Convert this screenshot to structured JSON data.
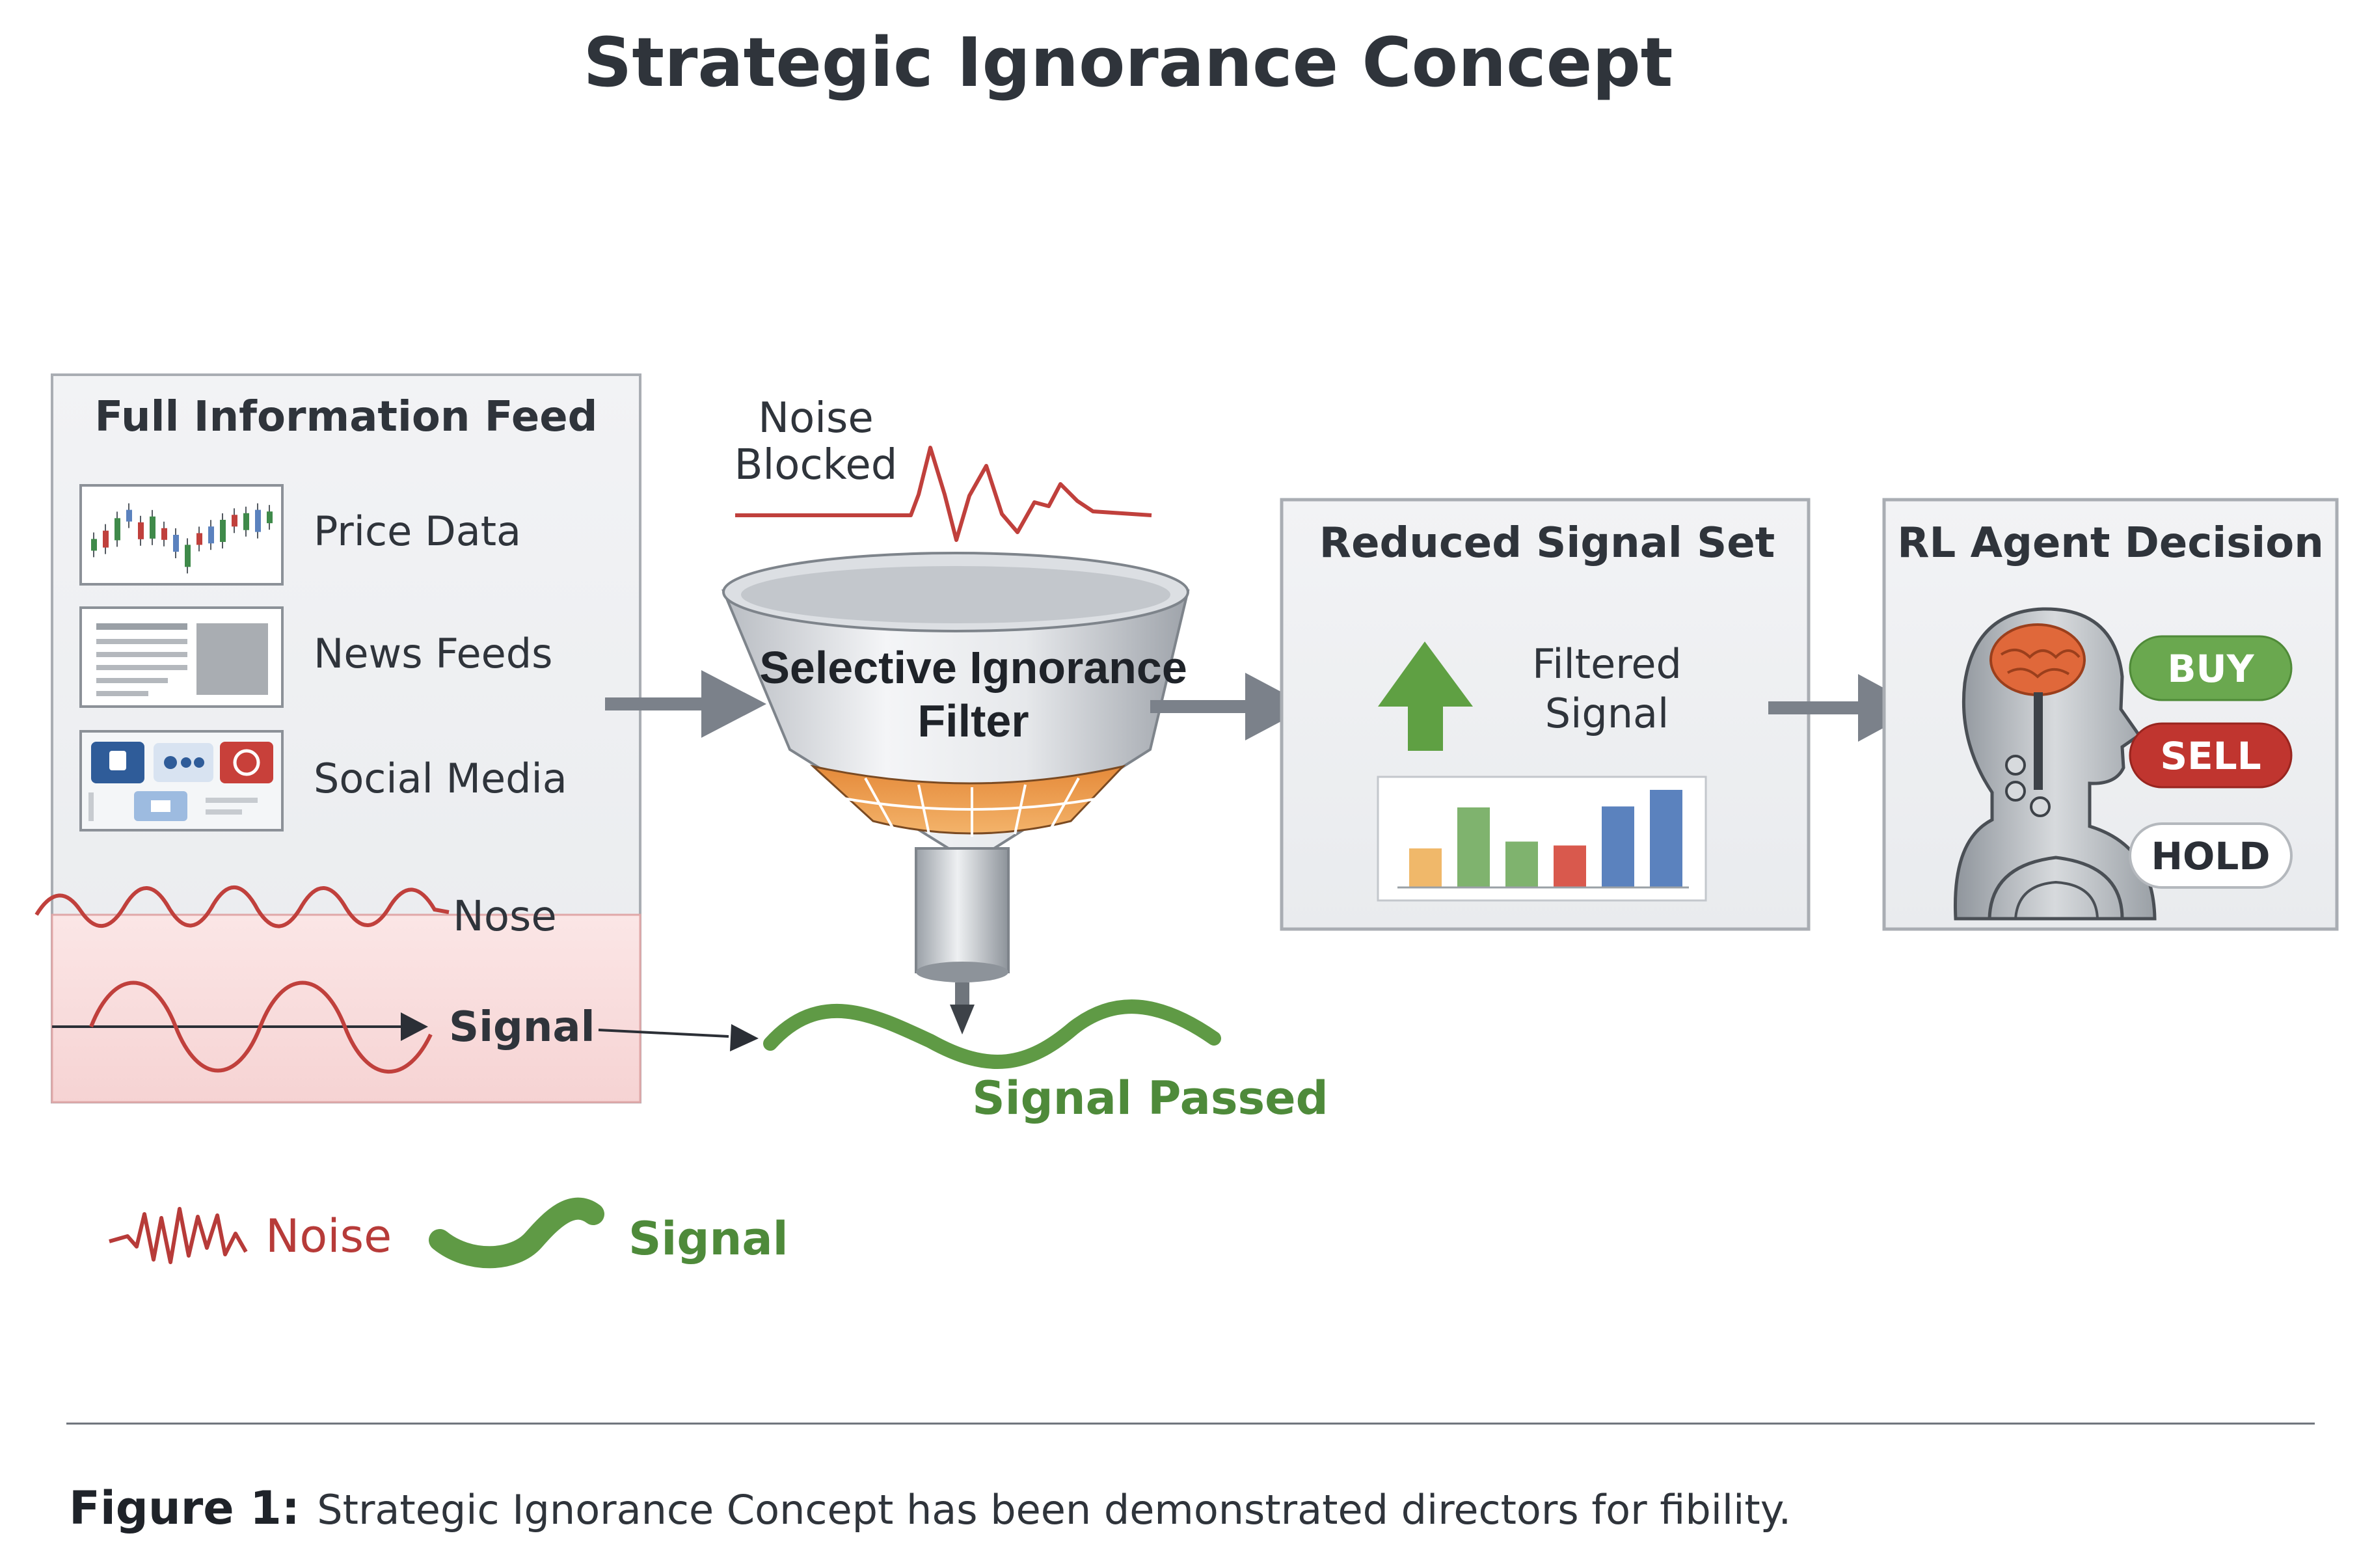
{
  "title": "Strategic Ignorance Concept",
  "input_panel": {
    "title": "Full Information Feed",
    "items": [
      {
        "label": "Price Data",
        "icon": "candlestick-chart-icon"
      },
      {
        "label": "News Feeds",
        "icon": "newspaper-icon"
      },
      {
        "label": "Social Media",
        "icon": "social-media-icon"
      }
    ],
    "noise_label": "Nose",
    "signal_label": "Signal"
  },
  "filter": {
    "noise_blocked_line1": "Noise",
    "noise_blocked_line2": "Blocked",
    "label_line1": "Selective Ignorance",
    "label_line2": "Filter",
    "signal_passed": "Signal Passed"
  },
  "reduced_panel": {
    "title": "Reduced Signal Set",
    "label_line1": "Filtered",
    "label_line2": "Signal",
    "bars": [
      {
        "value": 0.4,
        "color": "#f0b86a"
      },
      {
        "value": 0.82,
        "color": "#7fb36e"
      },
      {
        "value": 0.47,
        "color": "#7fb36e"
      },
      {
        "value": 0.43,
        "color": "#d9594d"
      },
      {
        "value": 0.83,
        "color": "#5b82be"
      },
      {
        "value": 1.0,
        "color": "#5b82be"
      }
    ]
  },
  "agent_panel": {
    "title": "RL Agent Decision",
    "buttons": [
      {
        "label": "BUY",
        "color": "#6aa84f"
      },
      {
        "label": "SELL",
        "color": "#c0352f"
      },
      {
        "label": "HOLD",
        "color": "#ffffff"
      }
    ]
  },
  "legend": {
    "noise": "Noise",
    "signal": "Signal"
  },
  "caption": {
    "label": "Figure 1:",
    "text": "Strategic Ignorance Concept has been demonstrated directors for fibility."
  },
  "colors": {
    "noise": "#b73b39",
    "signal": "#5f9a45",
    "arrow": "#7b818a",
    "panel_border": "#a9adb3"
  }
}
